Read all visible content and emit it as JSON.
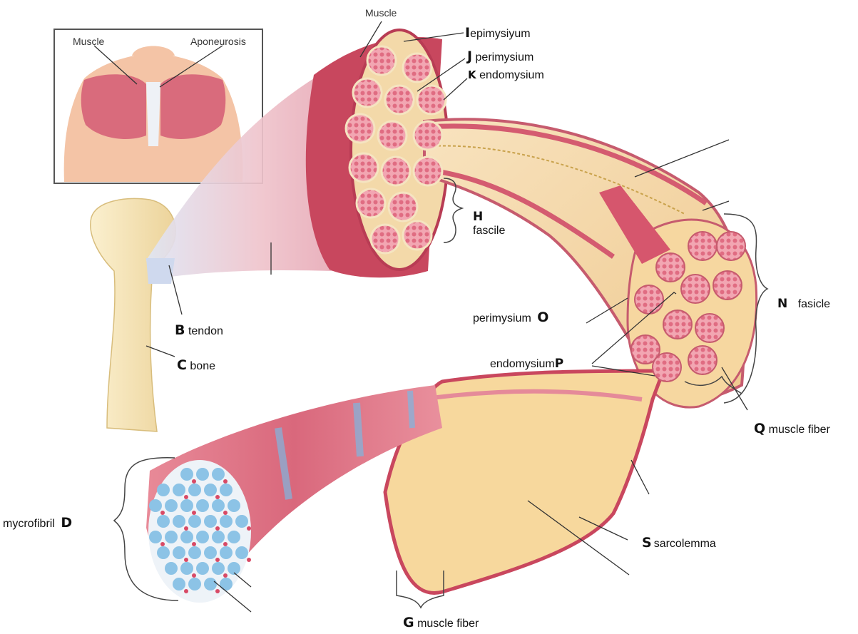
{
  "inset": {
    "muscle_label": "Muscle",
    "aponeurosis_label": "Aponeurosis"
  },
  "top_muscle_label": "Muscle",
  "labels": {
    "I": {
      "letter": "I",
      "text": "epimysiyum"
    },
    "J": {
      "letter": "J",
      "text": "perimysium"
    },
    "K": {
      "letter": "K",
      "text": "endomysium"
    },
    "H": {
      "letter": "H",
      "text": "fascile"
    },
    "B": {
      "letter": "B",
      "text": "tendon"
    },
    "C": {
      "letter": "C",
      "text": "bone"
    },
    "O": {
      "letter": "O",
      "text": "perimysium"
    },
    "N": {
      "letter": "N",
      "text": "fasicle"
    },
    "P": {
      "letter": "P",
      "text": "endomysium"
    },
    "Q": {
      "letter": "Q",
      "text": "muscle fiber"
    },
    "D": {
      "letter": "D",
      "text": "mycrofibril"
    },
    "S": {
      "letter": "S",
      "text": "sarcolemma"
    },
    "G": {
      "letter": "G",
      "text": "muscle fiber"
    }
  },
  "colors": {
    "muscle_red": "#c8475e",
    "muscle_pink": "#ec9aa6",
    "connective_cream": "#f6ddb0",
    "bone": "#f3dfa8",
    "myofibril_blue": "#8cc3e6",
    "skin": "#f4c4a6",
    "leader_line": "#333333"
  }
}
